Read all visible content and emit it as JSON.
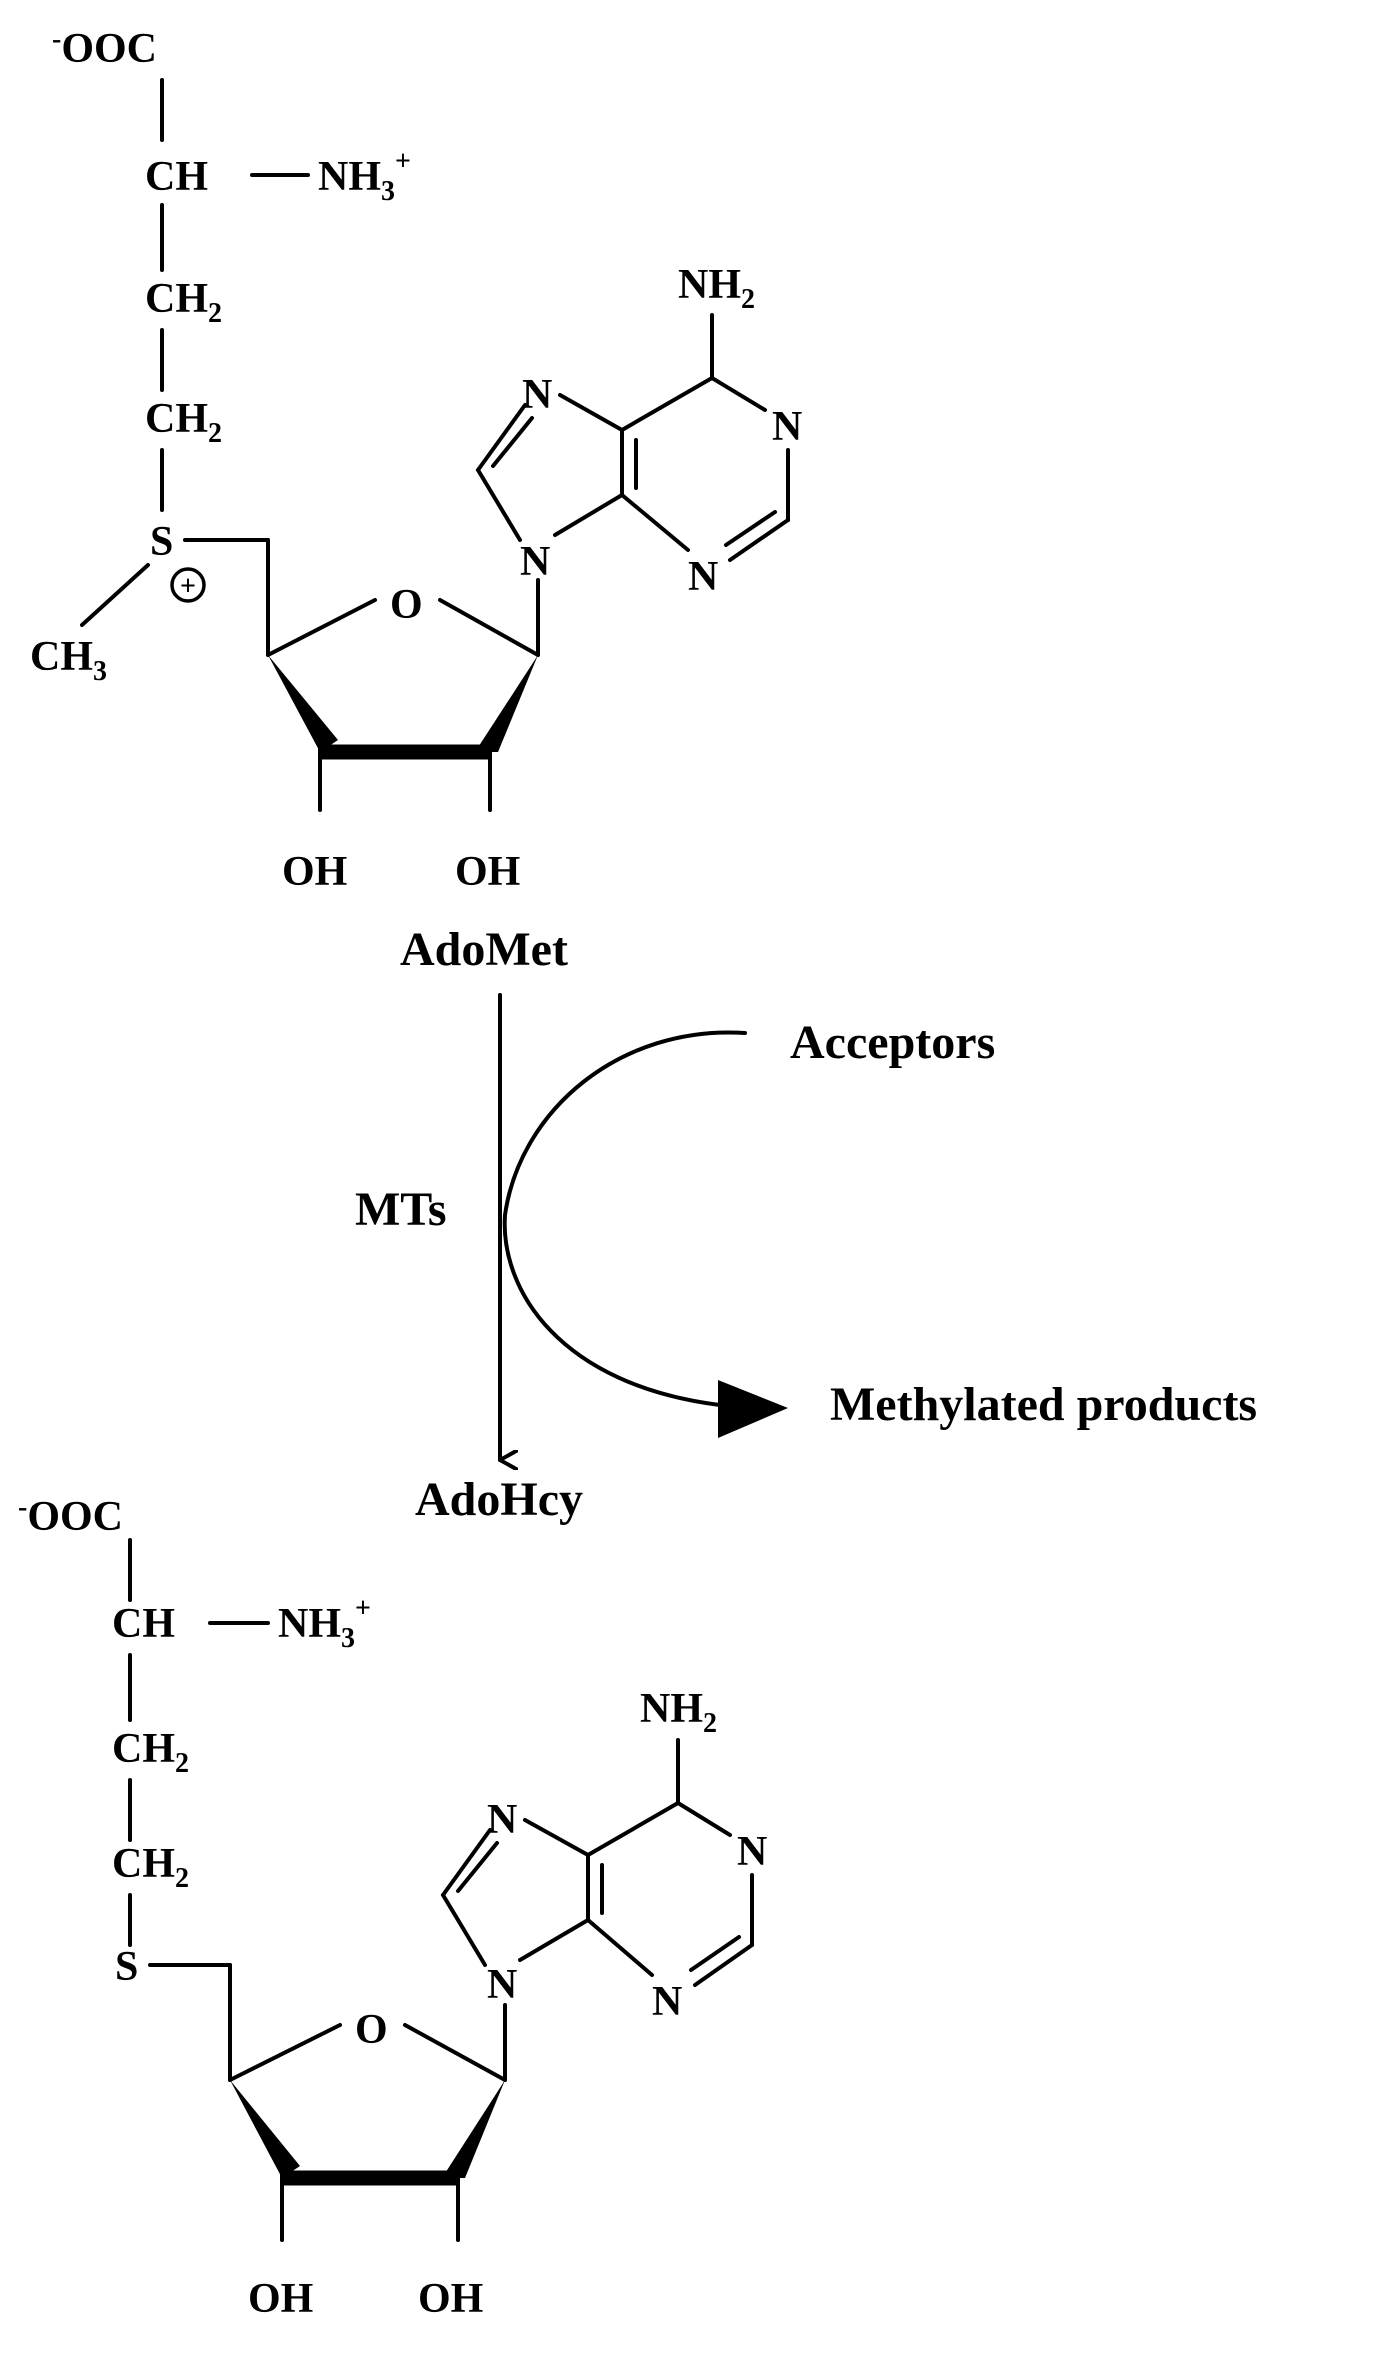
{
  "adomet": {
    "carboxylate": {
      "charge": "-",
      "text": "OOC"
    },
    "alpha_carbon": "CH",
    "amine": {
      "text": "NH",
      "sub": "3",
      "charge": "+"
    },
    "methylene_1": {
      "text": "CH",
      "sub": "2"
    },
    "methylene_2": {
      "text": "CH",
      "sub": "2"
    },
    "sulfur": "S",
    "sulfonium_charge": "+",
    "methyl": {
      "text": "CH",
      "sub": "3"
    },
    "ring_oxygen": "O",
    "hydroxyl_left": "OH",
    "hydroxyl_right": "OH",
    "amino": {
      "text": "NH",
      "sub": "2"
    },
    "n7": "N",
    "n1": "N",
    "n9": "N",
    "n3": "N",
    "label": "AdoMet"
  },
  "reaction": {
    "enzyme_label": "MTs",
    "acceptors_label": "Acceptors",
    "products_label": "Methylated products"
  },
  "adohcy": {
    "carboxylate": {
      "charge": "-",
      "text": "OOC"
    },
    "alpha_carbon": "CH",
    "amine": {
      "text": "NH",
      "sub": "3",
      "charge": "+"
    },
    "methylene_1": {
      "text": "CH",
      "sub": "2"
    },
    "methylene_2": {
      "text": "CH",
      "sub": "2"
    },
    "sulfur": "S",
    "ring_oxygen": "O",
    "hydroxyl_left": "OH",
    "hydroxyl_right": "OH",
    "amino": {
      "text": "NH",
      "sub": "2"
    },
    "n7": "N",
    "n1": "N",
    "n9": "N",
    "n3": "N",
    "label": "AdoHcy"
  }
}
